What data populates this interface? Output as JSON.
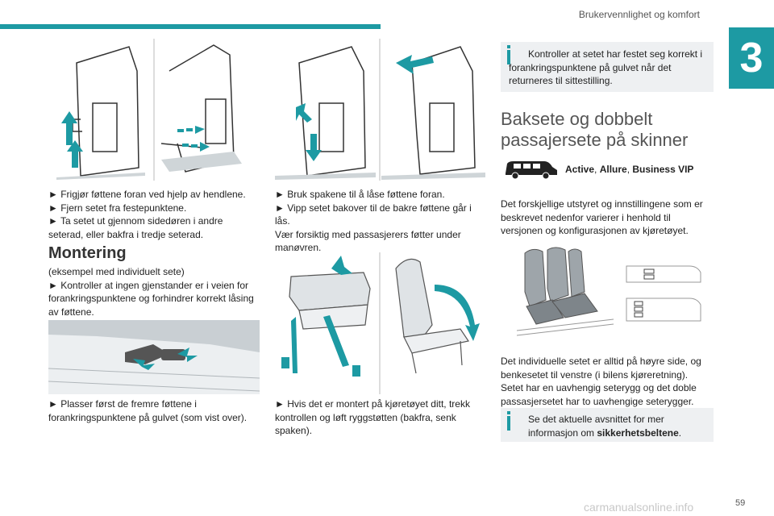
{
  "header": {
    "title": "Brukervennlighet og komfort",
    "chapter": "3",
    "page_number": "59",
    "watermark": "carmanualsonline.info"
  },
  "col1": {
    "steps1": [
      "► Frigjør føttene foran ved hjelp av hendlene.",
      "► Fjern setet fra festepunktene.",
      "► Ta setet ut gjennom sidedøren i andre seterad, eller bakfra i tredje seterad."
    ],
    "heading": "Montering",
    "intro": "(eksempel med individuelt sete)",
    "step_mont": "► Kontroller at ingen gjenstander er i veien for forankringspunktene og forhindrer korrekt låsing av føttene.",
    "step_place": "► Plasser først de fremre føttene i forankringspunktene på gulvet (som vist over)."
  },
  "col2": {
    "step_lock": "► Bruk spakene til å låse føttene foran.",
    "step_tilt": "► Vipp setet bakover til de bakre føttene går i lås.",
    "caution": "Vær forsiktig med passasjerers føtter under manøvren.",
    "step_back": "► Hvis det er montert på kjøretøyet ditt, trekk kontrollen og løft ryggstøtten (bakfra, senk spaken)."
  },
  "col3": {
    "note1": "Kontroller at setet har festet seg korrekt i forankringspunktene på gulvet når det returneres til sittestilling.",
    "heading": "Baksete og dobbelt passajersete på skinner",
    "versions": [
      {
        "label": "Active"
      },
      {
        "sep": ", "
      },
      {
        "label": "Allure"
      },
      {
        "sep": ", "
      },
      {
        "label": "Business VIP"
      }
    ],
    "version_text_1": "Active",
    "version_sep_1": ", ",
    "version_text_2": "Allure",
    "version_sep_2": ", ",
    "version_text_3": "Business VIP",
    "para1": "Det forskjellige utstyret og innstillingene som er beskrevet nedenfor varierer i henhold til versjonen og konfigurasjonen av kjøretøyet.",
    "para2": "Det individuelle setet er alltid på høyre side, og benkesetet til venstre (i bilens kjøreretning). Setet har en uavhengig seterygg og det doble passasjersetet har to uavhengige seterygger.",
    "note2_pre": "Se det aktuelle avsnittet for mer informasjon om ",
    "note2_bold": "sikkerhetsbeltene",
    "note2_post": "."
  },
  "colors": {
    "accent": "#1d9aa3",
    "note_bg": "#eef0f2"
  }
}
